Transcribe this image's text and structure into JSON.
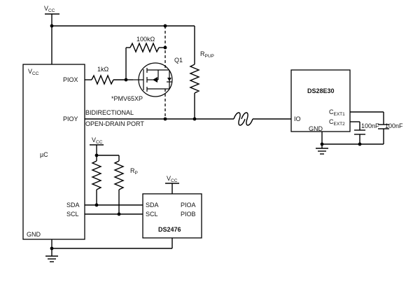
{
  "supply": {
    "vcc": "V",
    "vcc_sub": "CC"
  },
  "mcu": {
    "name": "µC",
    "vcc_pin": "V",
    "vcc_pin_sub": "CC",
    "piox": "PIOX",
    "pioy": "PIOY",
    "sda": "SDA",
    "scl": "SCL",
    "gnd": "GND"
  },
  "resistors": {
    "r1k": "1kΩ",
    "r100k": "100kΩ",
    "rpup": "R",
    "rpup_sub": "PUP",
    "rp": "R",
    "rp_sub": "P"
  },
  "mosfet": {
    "ref": "Q1",
    "part": "*PMV65XP"
  },
  "bus": {
    "line1": "BIDIRECTIONAL",
    "line2": "OPEN-DRAIN PORT"
  },
  "ds28e30": {
    "name": "DS28E30",
    "io": "IO",
    "gnd": "GND",
    "cext1": "C",
    "cext1_sub": "EXT1",
    "cext2": "C",
    "cext2_sub": "EXT2"
  },
  "capacitors": {
    "c1": "100nF",
    "c2": "100nF"
  },
  "ds2476": {
    "name": "DS2476",
    "sda": "SDA",
    "scl": "SCL",
    "pioa": "PIOA",
    "piob": "PIOB"
  }
}
